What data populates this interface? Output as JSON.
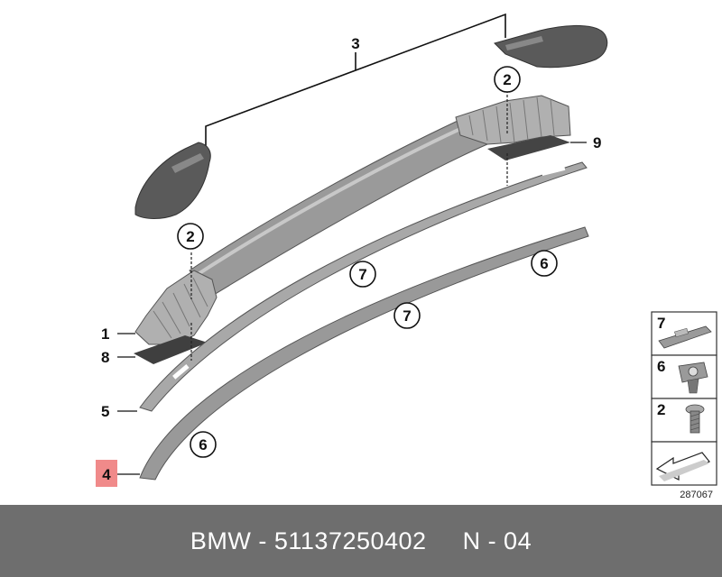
{
  "diagram": {
    "callouts": {
      "c3": "3",
      "c2_top": "2",
      "c9": "9",
      "c2_left": "2",
      "c7_upper": "7",
      "c6_right": "6",
      "c7_lower": "7",
      "c1": "1",
      "c8": "8",
      "c5": "5",
      "c6_lower": "6",
      "c4": "4"
    },
    "legend": [
      {
        "num": "7",
        "icon": "clip-icon"
      },
      {
        "num": "6",
        "icon": "clip-nut-icon"
      },
      {
        "num": "2",
        "icon": "screw-icon"
      }
    ],
    "legend_arrow_icon": "direction-arrow-icon",
    "image_code": "287067"
  },
  "footer": {
    "text": "BMW - 51137250402     N - 04"
  },
  "colors": {
    "part_fill": "#8f8f8f",
    "part_light": "#bdbdbd",
    "pad_dark": "#3f3f3f",
    "highlight": "#f08a8a",
    "footer_bg": "#6e6e6e"
  }
}
